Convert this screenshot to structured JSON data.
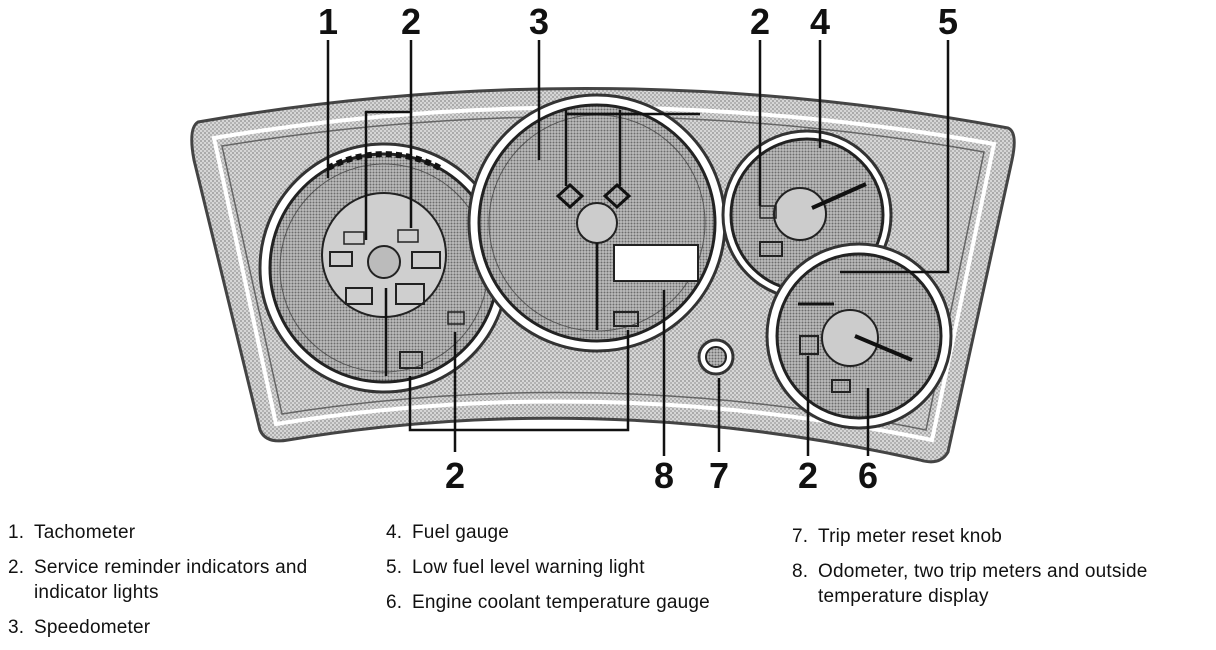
{
  "callouts": {
    "top": [
      "1",
      "2",
      "3",
      "2",
      "4",
      "5"
    ],
    "bottom": [
      "2",
      "8",
      "7",
      "2",
      "6"
    ]
  },
  "legend": {
    "column1": [
      {
        "num": "1.",
        "text": "Tachometer"
      },
      {
        "num": "2.",
        "text": "Service reminder indicators and indicator lights"
      },
      {
        "num": "3.",
        "text": "Speedometer"
      }
    ],
    "column2": [
      {
        "num": "4.",
        "text": "Fuel gauge"
      },
      {
        "num": "5.",
        "text": "Low fuel level warning light"
      },
      {
        "num": "6.",
        "text": "Engine coolant temperature gauge"
      }
    ],
    "column3": [
      {
        "num": "7.",
        "text": "Trip meter reset knob"
      },
      {
        "num": "8.",
        "text": "Odometer, two trip meters and outside temperature display"
      }
    ]
  }
}
